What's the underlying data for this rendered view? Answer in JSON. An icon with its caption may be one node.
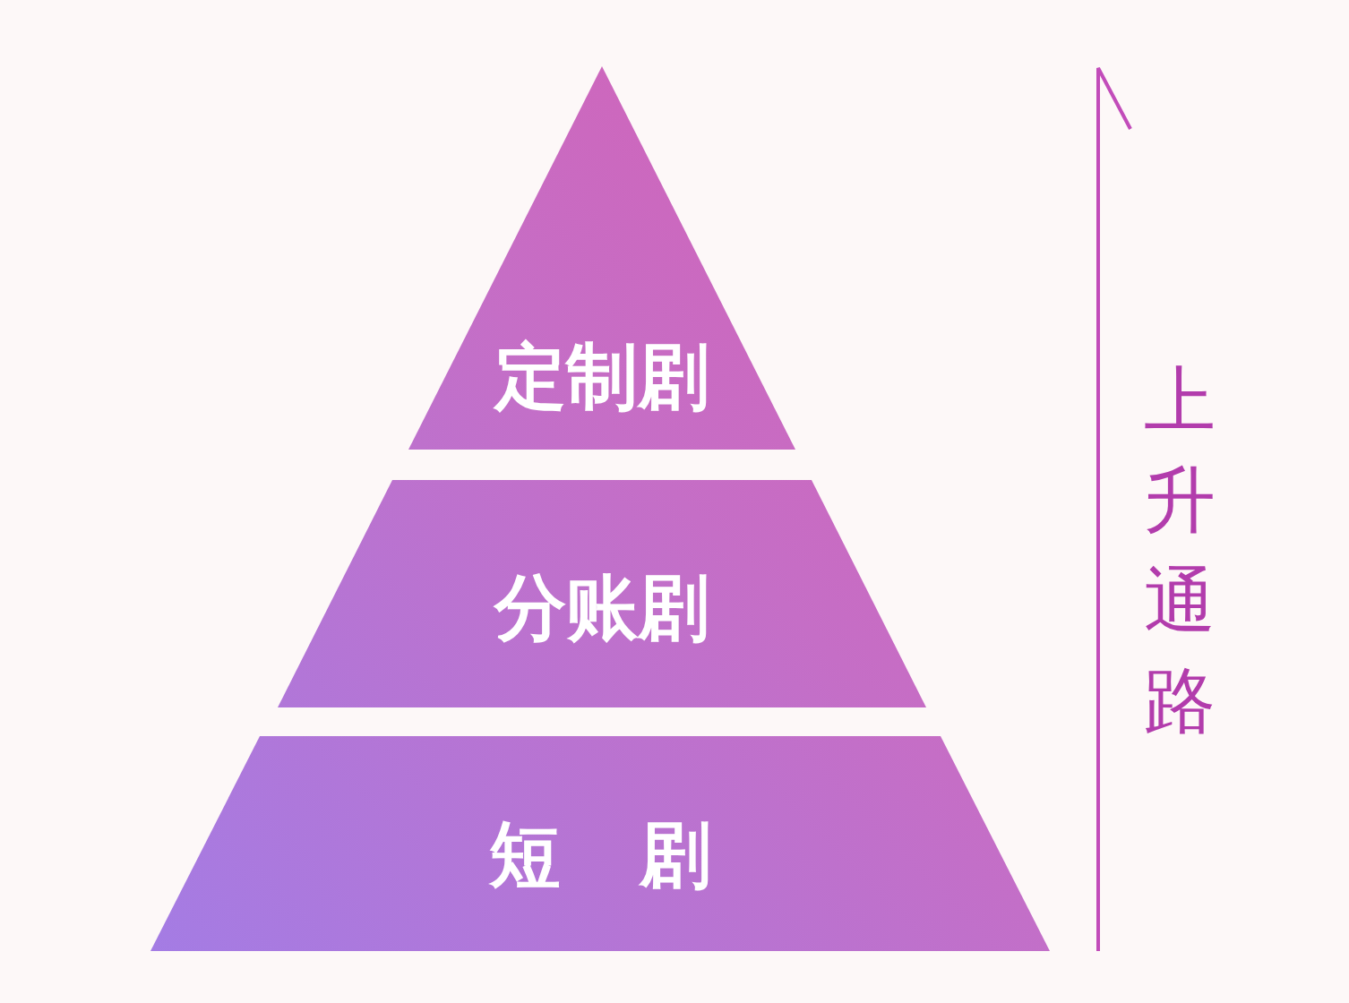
{
  "diagram": {
    "nodes": [
      {
        "text": [
          "定制剧"
        ]
      },
      {
        "text": [
          "分账剧"
        ]
      },
      {
        "text": [
          "短 剧"
        ]
      }
    ],
    "labels": [
      "上升通路"
    ]
  }
}
